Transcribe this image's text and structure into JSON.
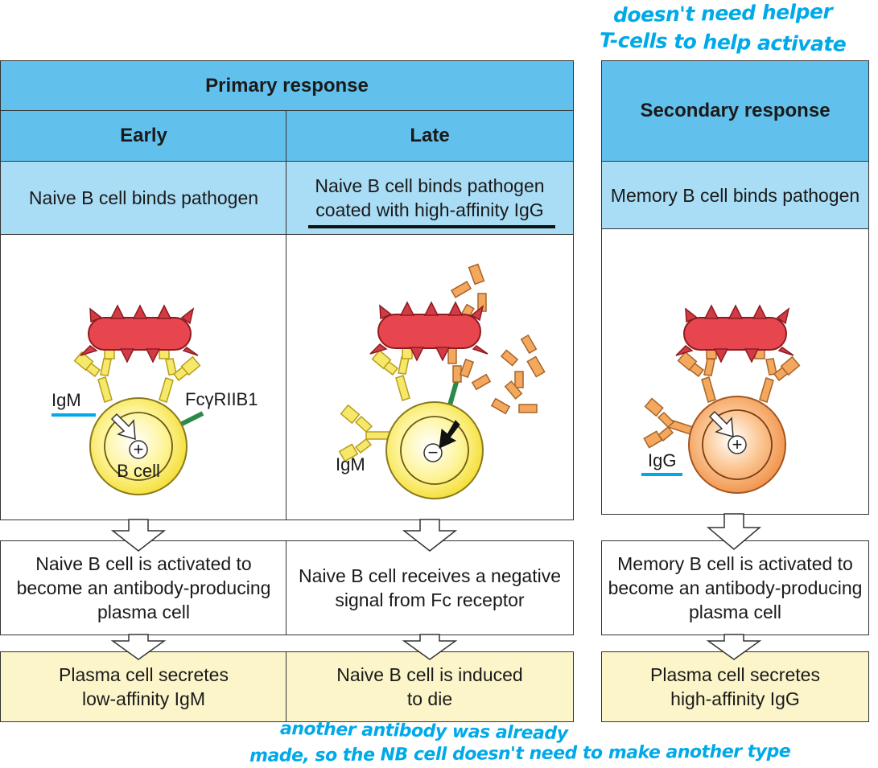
{
  "annotations": {
    "top_line1": "doesn't need helper",
    "top_line2": "T-cells to help activate",
    "bottom_line1": "another antibody was already",
    "bottom_line2": "made, so the NB cell doesn't need to make another type"
  },
  "primary": {
    "title": "Primary response",
    "early": {
      "header": "Early",
      "binding": "Naive B cell binds pathogen",
      "labels": {
        "antibody": "IgM",
        "receptor": "FcγRIIB1",
        "cell": "B cell",
        "sign": "+"
      },
      "outcome_line1": "Naive B cell is activated to",
      "outcome_line2": "become an antibody-producing",
      "outcome_line3": "plasma cell",
      "result_line1": "Plasma cell secretes",
      "result_line2": "low-affinity IgM"
    },
    "late": {
      "header": "Late",
      "binding_line1": "Naive B cell binds pathogen",
      "binding_line2": "coated with high-affinity IgG",
      "labels": {
        "antibody": "IgM",
        "sign": "−"
      },
      "outcome_line1": "Naive B cell receives a negative",
      "outcome_line2": "signal from Fc receptor",
      "result_line1": "Naive B cell is induced",
      "result_line2": "to die"
    }
  },
  "secondary": {
    "title": "Secondary response",
    "binding": "Memory B cell binds pathogen",
    "labels": {
      "antibody": "IgG",
      "sign": "+"
    },
    "outcome_line1": "Memory B cell is activated to",
    "outcome_line2": "become an antibody-producing",
    "outcome_line3": "plasma cell",
    "result_line1": "Plasma cell secretes",
    "result_line2": "high-affinity IgG"
  },
  "colors": {
    "header_dark": "#62c1ec",
    "header_light": "#a9dcf5",
    "result_fill": "#fbf5c9",
    "pathogen": "#e8464e",
    "naive_cell": "#f7e54a",
    "memory_cell": "#f5a35c",
    "igm": "#f6e86a",
    "igg": "#f3a85e",
    "receptor": "#2b8a4a",
    "annotation": "#00a9e8"
  }
}
